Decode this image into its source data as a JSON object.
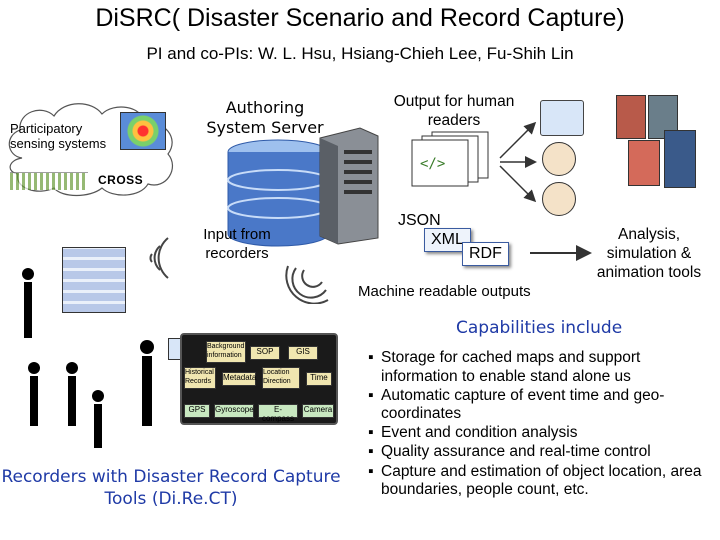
{
  "header": {
    "title": "DiSRC( Disaster Scenario and Record Capture)",
    "pis": "PI and co-PIs: W. L. Hsu, Hsiang-Chieh Lee, Fu-Shih Lin"
  },
  "diagram": {
    "participatory": "Participatory sensing systems",
    "cross": "CROSS",
    "authoring": "Authoring System Server",
    "output_human": "Output for human readers",
    "input_recorders": "Input from recorders",
    "formats": [
      "JSON",
      "XML",
      "RDF"
    ],
    "machine_outputs": "Machine readable outputs",
    "analysis": "Analysis, simulation & animation tools"
  },
  "tablet": {
    "row1": [
      "Background information",
      "SOP",
      "GIS"
    ],
    "row2": [
      "Historical Records",
      "Metadata",
      "Location Direction",
      "Time"
    ],
    "row3": [
      "GPS",
      "Gyroscope",
      "E-compass",
      "Camera"
    ]
  },
  "recorders_caption": "Recorders with Disaster Record Capture Tools (Di.Re.CT)",
  "capabilities": {
    "title": "Capabilities include",
    "items": [
      "Storage for cached maps and support information to enable stand alone us",
      "Automatic capture of event time and geo-coordinates",
      "Event and condition analysis",
      "Quality assurance and real-time control",
      "Capture and estimation of object location, area boundaries, people count, etc."
    ]
  },
  "colors": {
    "accent_blue": "#1f3aa6",
    "cloud_fill": "#ffffff",
    "db_blue": "#4a78c8"
  }
}
